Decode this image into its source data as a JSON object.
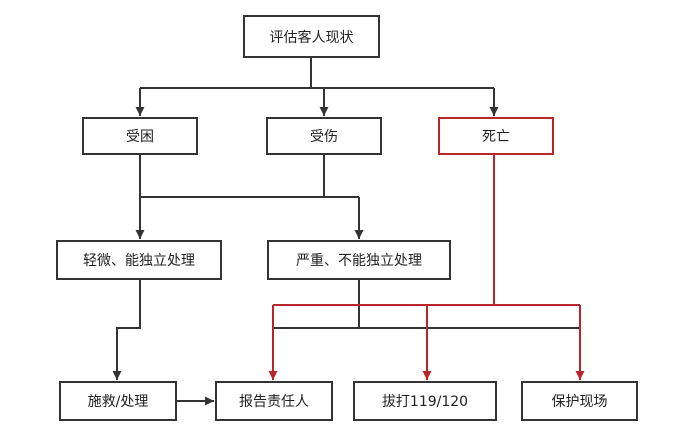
{
  "nodes": {
    "assess": "评估客人现状",
    "trapped": "受困",
    "injured": "受伤",
    "dead": "死亡",
    "minor": "轻微、能独立处理",
    "severe": "严重、不能独立处理",
    "rescue": "施救/处理",
    "report": "报告责任人",
    "call": "拔打119/120",
    "protect": "保护现场"
  },
  "colors": {
    "line": "#333333",
    "highlight": "#b8262b"
  }
}
